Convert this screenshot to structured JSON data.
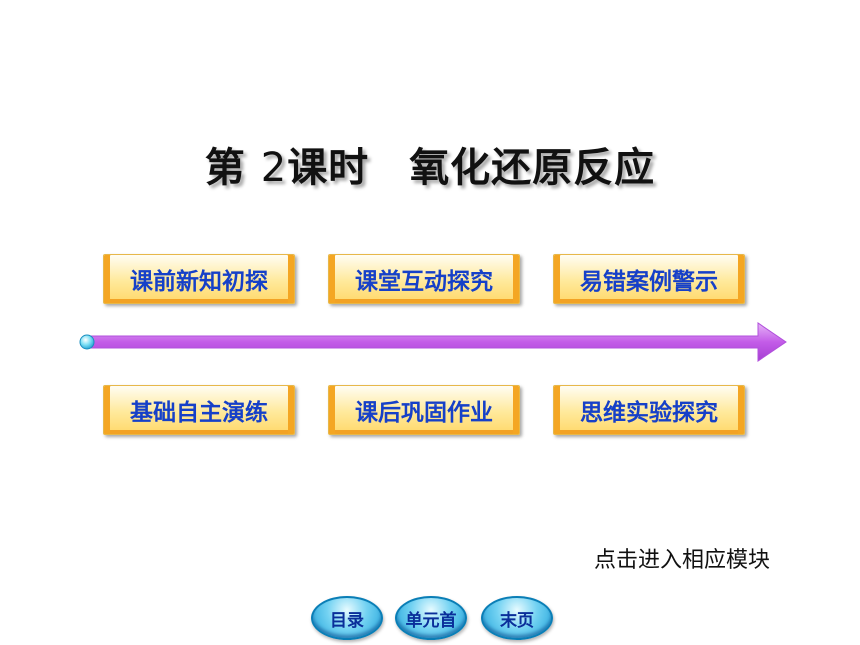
{
  "title": {
    "prefix": "第",
    "number": "2",
    "suffix": "课时",
    "topic": "氧化还原反应"
  },
  "modules": {
    "top": [
      "课前新知初探",
      "课堂互动探究",
      "易错案例警示"
    ],
    "bottom": [
      "基础自主演练",
      "课后巩固作业",
      "思维实验探究"
    ]
  },
  "hint": "点击进入相应模块",
  "nav": {
    "toc": "目录",
    "unit_first": "单元首",
    "last_page": "末页"
  },
  "colors": {
    "arrow": "#c35ce8",
    "button_text": "#1640c8",
    "button_fill": "#ffe08a",
    "nav_fill": "#3fb6e6"
  }
}
